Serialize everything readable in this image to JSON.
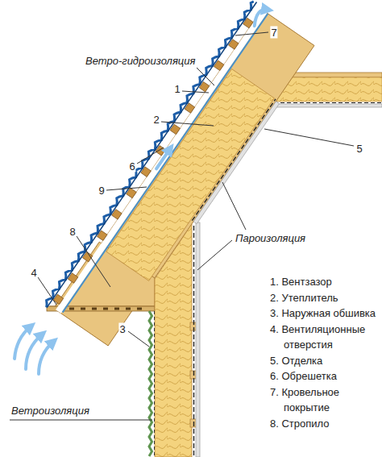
{
  "diagram": {
    "labels": [
      "7",
      "Ветро-гидроизоляция",
      "1",
      "2",
      "5",
      "6",
      "9",
      "8",
      "4",
      "3",
      "Пароизоляция",
      "Ветроизоляция",
      "1. Вентзазор",
      "2. Утеплитель",
      "3. Наружная обшивка",
      "4. Вентиляционные отверстия",
      "5. Отделка",
      "6. Обрешетка",
      "7. Кровельное покрытие",
      "8. Стропило"
    ]
  }
}
